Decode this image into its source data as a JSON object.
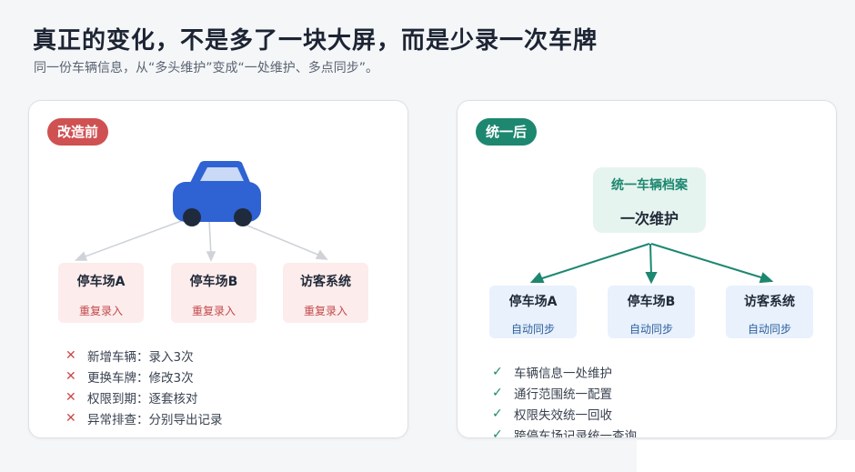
{
  "header": {
    "title": "真正的变化，不是多了一块大屏，而是少录一次车牌",
    "subtitle": "同一份车辆信息，从“多头维护”变成“一处维护、多点同步”。"
  },
  "before": {
    "badge": "改造前",
    "icon": "car-icon",
    "nodes": [
      {
        "title": "停车场A",
        "status": "重复录入"
      },
      {
        "title": "停车场B",
        "status": "重复录入"
      },
      {
        "title": "访客系统",
        "status": "重复录入"
      }
    ],
    "issues": [
      "新增车辆：录入3次",
      "更换车牌：修改3次",
      "权限到期：逐套核对",
      "异常排查：分别导出记录"
    ]
  },
  "after": {
    "badge": "统一后",
    "archive": {
      "title": "统一车辆档案",
      "subtitle": "一次维护"
    },
    "nodes": [
      {
        "title": "停车场A",
        "status": "自动同步"
      },
      {
        "title": "停车场B",
        "status": "自动同步"
      },
      {
        "title": "访客系统",
        "status": "自动同步"
      }
    ],
    "benefits": [
      "车辆信息一处维护",
      "通行范围统一配置",
      "权限失效统一回收",
      "跨停车场记录统一查询"
    ]
  },
  "colors": {
    "before_accent": "#cf5152",
    "after_accent": "#1d8770",
    "car_body": "#2f62d3"
  }
}
